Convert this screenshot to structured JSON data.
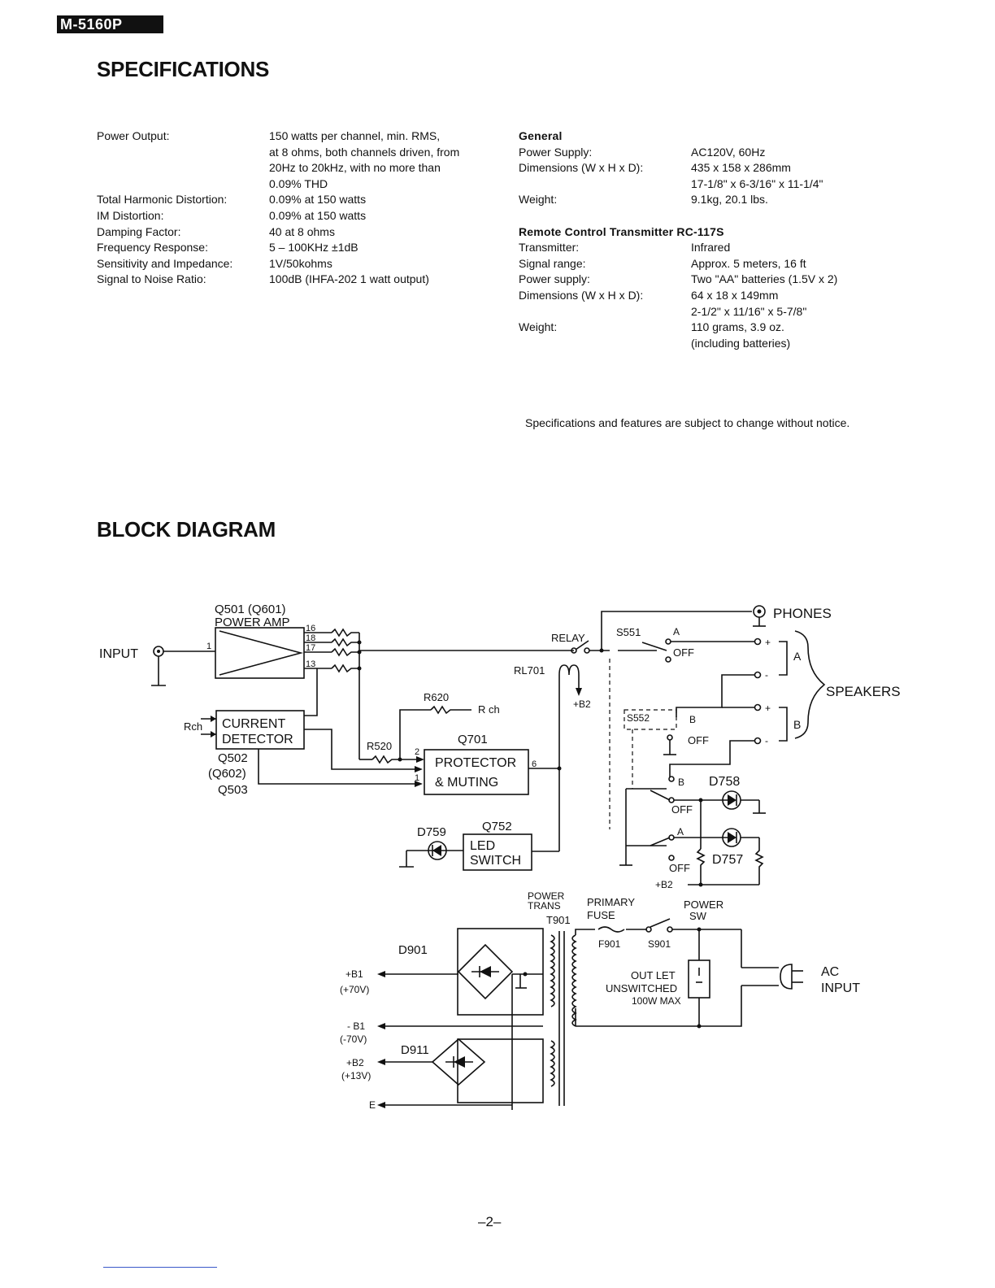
{
  "header": {
    "model_badge": "M-5160P"
  },
  "specifications": {
    "title": "SPECIFICATIONS",
    "amplifier": [
      {
        "label": "Power Output:",
        "lines": [
          "150 watts per channel, min. RMS,",
          "at 8 ohms, both channels driven, from",
          "20Hz to 20kHz, with no more than",
          "0.09% THD"
        ]
      },
      {
        "label": "Total Harmonic Distortion:",
        "lines": [
          "0.09% at 150 watts"
        ]
      },
      {
        "label": "IM Distortion:",
        "lines": [
          "0.09% at 150 watts"
        ]
      },
      {
        "label": "Damping Factor:",
        "lines": [
          "40 at 8 ohms"
        ]
      },
      {
        "label": "Frequency Response:",
        "lines": [
          "5 – 100KHz ±1dB"
        ]
      },
      {
        "label": "Sensitivity and Impedance:",
        "lines": [
          "1V/50kohms"
        ]
      },
      {
        "label": "Signal to Noise Ratio:",
        "lines": [
          "100dB (IHFA-202 1 watt output)"
        ]
      }
    ],
    "general_title": "General",
    "general": [
      {
        "label": "Power Supply:",
        "lines": [
          "AC120V, 60Hz"
        ]
      },
      {
        "label": "Dimensions (W x H x D):",
        "lines": [
          "435 x 158 x 286mm",
          "17-1/8\" x 6-3/16\" x 11-1/4\""
        ]
      },
      {
        "label": "Weight:",
        "lines": [
          "9.1kg, 20.1 lbs."
        ]
      }
    ],
    "remote_title": "Remote Control Transmitter RC-117S",
    "remote": [
      {
        "label": "Transmitter:",
        "lines": [
          "Infrared"
        ]
      },
      {
        "label": "Signal range:",
        "lines": [
          "Approx. 5 meters, 16 ft"
        ]
      },
      {
        "label": "Power supply:",
        "lines": [
          "Two \"AA\" batteries (1.5V x 2)"
        ]
      },
      {
        "label": "Dimensions (W x H x D):",
        "lines": [
          "64 x 18 x 149mm",
          "2-1/2\" x 11/16\" x 5-7/8\""
        ]
      },
      {
        "label": "Weight:",
        "lines": [
          "110 grams, 3.9 oz.",
          "(including batteries)"
        ]
      }
    ],
    "notice": "Specifications and features are subject to change without notice."
  },
  "block_diagram": {
    "title": "BLOCK DIAGRAM",
    "labels": {
      "q501": "Q501 (Q601)",
      "power_amp": "POWER AMP",
      "input": "INPUT",
      "pin1": "1",
      "pin16": "16",
      "pin18": "18",
      "pin17": "17",
      "pin13": "13",
      "rch_in": "Rch",
      "current": "CURRENT",
      "detector": "DETECTOR",
      "q502": "Q502",
      "q602": "(Q602)",
      "q503": "Q503",
      "r620": "R620",
      "rch_r620": "R ch",
      "r520": "R520",
      "q701": "Q701",
      "protector": "PROTECTOR",
      "muting": "& MUTING",
      "pin2": "2",
      "pin1b": "1",
      "pin6": "6",
      "relay": "RELAY",
      "rl701": "RL701",
      "b2_relay": "+B2",
      "d759": "D759",
      "q752": "Q752",
      "led": "LED",
      "switch": "SWITCH",
      "phones": "PHONES",
      "s551": "S551",
      "sw_a": "A",
      "sw_off": "OFF",
      "spk_a": "A",
      "speakers": "SPEAKERS",
      "spk_b": "B",
      "s552": "S552",
      "sw_b": "B",
      "sw_off2": "OFF",
      "sw_b2": "B",
      "d758": "D758",
      "sw_off3": "OFF",
      "sw_a2": "A",
      "sw_off4": "OFF",
      "d757": "D757",
      "b2_led": "+B2",
      "power_trans_1": "POWER",
      "power_trans_2": "TRANS",
      "t901": "T901",
      "primary": "PRIMARY",
      "fuse": "FUSE",
      "power_sw_1": "POWER",
      "power_sw_2": "SW",
      "f901": "F901",
      "s901": "S901",
      "outlet_1": "OUT LET",
      "outlet_2": "UNSWITCHED",
      "outlet_3": "100W MAX",
      "ac_1": "AC",
      "ac_2": "INPUT",
      "d901": "D901",
      "b1p": "+B1",
      "b1p_v": "(+70V)",
      "b1n": "- B1",
      "b1n_v": "(-70V)",
      "d911": "D911",
      "b2p": "+B2",
      "b2p_v": "(+13V)",
      "e": "E",
      "plus1": "+",
      "minus1": "-",
      "plus2": "+",
      "minus2": "-"
    }
  },
  "footer": {
    "page_number": "–2–"
  }
}
